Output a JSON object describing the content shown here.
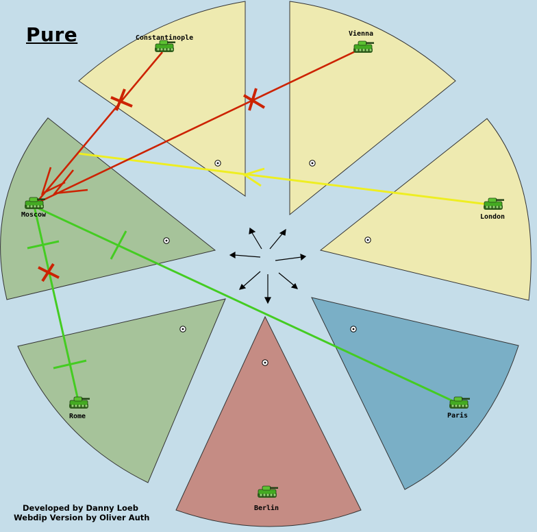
{
  "map": {
    "title": "Pure",
    "credits": [
      "Developed by Danny Loeb",
      "Webdip Version by Oliver Auth"
    ]
  },
  "colors": {
    "sea": "#c5dde9",
    "neutral_land": "#eeeab0",
    "italy_russia": "#a6c39a",
    "germany": "#c58c84",
    "france": "#7aafc6",
    "attack": "#cc2200",
    "support": "#eeee22",
    "move": "#44cc22",
    "unit": "#44aa22"
  },
  "provinces": [
    {
      "id": "constantinople",
      "label": "Constantinople",
      "owner": "neutral",
      "unit": "army",
      "unit_icon": "tank-icon"
    },
    {
      "id": "vienna",
      "label": "Vienna",
      "owner": "neutral",
      "unit": "army",
      "unit_icon": "tank-icon"
    },
    {
      "id": "london",
      "label": "London",
      "owner": "neutral",
      "unit": "army",
      "unit_icon": "tank-icon"
    },
    {
      "id": "paris",
      "label": "Paris",
      "owner": "france",
      "unit": "army",
      "unit_icon": "tank-icon"
    },
    {
      "id": "berlin",
      "label": "Berlin",
      "owner": "germany",
      "unit": "army",
      "unit_icon": "tank-icon"
    },
    {
      "id": "rome",
      "label": "Rome",
      "owner": "italy",
      "unit": "army",
      "unit_icon": "tank-icon"
    },
    {
      "id": "moscow",
      "label": "Moscow",
      "owner": "russia",
      "unit": "army",
      "unit_icon": "tank-icon"
    }
  ],
  "orders": [
    {
      "type": "attack",
      "from": "constantinople",
      "to": "moscow",
      "status": "failed"
    },
    {
      "type": "attack",
      "from": "vienna",
      "to": "moscow",
      "status": "failed"
    },
    {
      "type": "support",
      "from": "london",
      "to": "moscow"
    },
    {
      "type": "move",
      "from": "moscow",
      "to": "paris"
    },
    {
      "type": "move",
      "from": "rome",
      "to": "moscow",
      "status": "failed"
    }
  ]
}
